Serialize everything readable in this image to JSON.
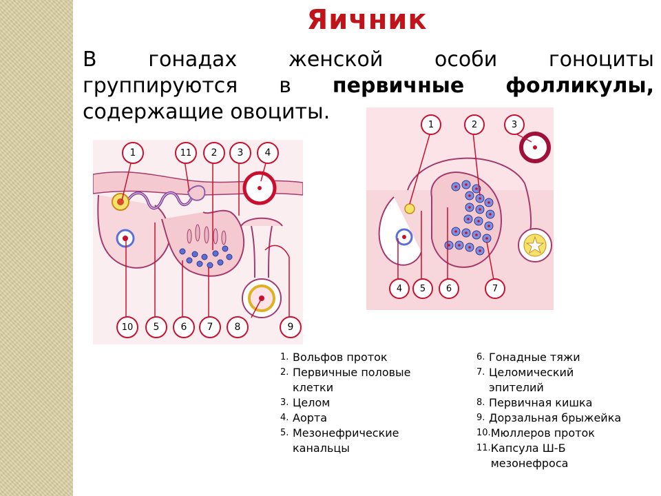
{
  "slide": {
    "title": "Яичник",
    "intro": {
      "line1": [
        "В",
        "гонадах",
        "женской",
        "особи",
        "гоноциты"
      ],
      "line2_words": [
        "группируются",
        "в"
      ],
      "line2_bold": [
        "первичные",
        "фолликулы"
      ],
      "line2_tail": ",",
      "line3": "содержащие овоциты."
    }
  },
  "figure1": {
    "labels_top": [
      "1",
      "11",
      "2",
      "3",
      "4"
    ],
    "labels_bottom": [
      "10",
      "5",
      "6",
      "7",
      "8",
      "9"
    ]
  },
  "figure2": {
    "labels_top": [
      "1",
      "2",
      "3"
    ],
    "labels_bottom": [
      "4",
      "5",
      "6",
      "7"
    ]
  },
  "legend": {
    "left": [
      {
        "num": "1.",
        "text": "Вольфов проток"
      },
      {
        "num": "2.",
        "text": "Первичные половые\nклетки"
      },
      {
        "num": "3.",
        "text": "Целом"
      },
      {
        "num": "4.",
        "text": "Аорта"
      },
      {
        "num": "5.",
        "text": "Мезонефрические\nканальцы"
      }
    ],
    "right": [
      {
        "num": "6.",
        "text": "Гонадные тяжи"
      },
      {
        "num": "7.",
        "text": "Целомический\nэпителий"
      },
      {
        "num": "8.",
        "text": "Первичная кишка"
      },
      {
        "num": "9.",
        "text": "Дорзальная брыжейка"
      },
      {
        "num": "10.",
        "text": "Мюллеров проток"
      },
      {
        "num": "11.",
        "text": "Капсула Ш-Б\nмезонефроса"
      }
    ]
  },
  "colors": {
    "title": "#c0141a",
    "accent_red": "#c8102e",
    "tissue_pink": "#f4c9d0",
    "tissue_light": "#fbe3e7",
    "outline": "#a33a6e",
    "blue": "#5b6fd6",
    "yellow": "#f5e26a",
    "strip": "#ddd1a6"
  }
}
